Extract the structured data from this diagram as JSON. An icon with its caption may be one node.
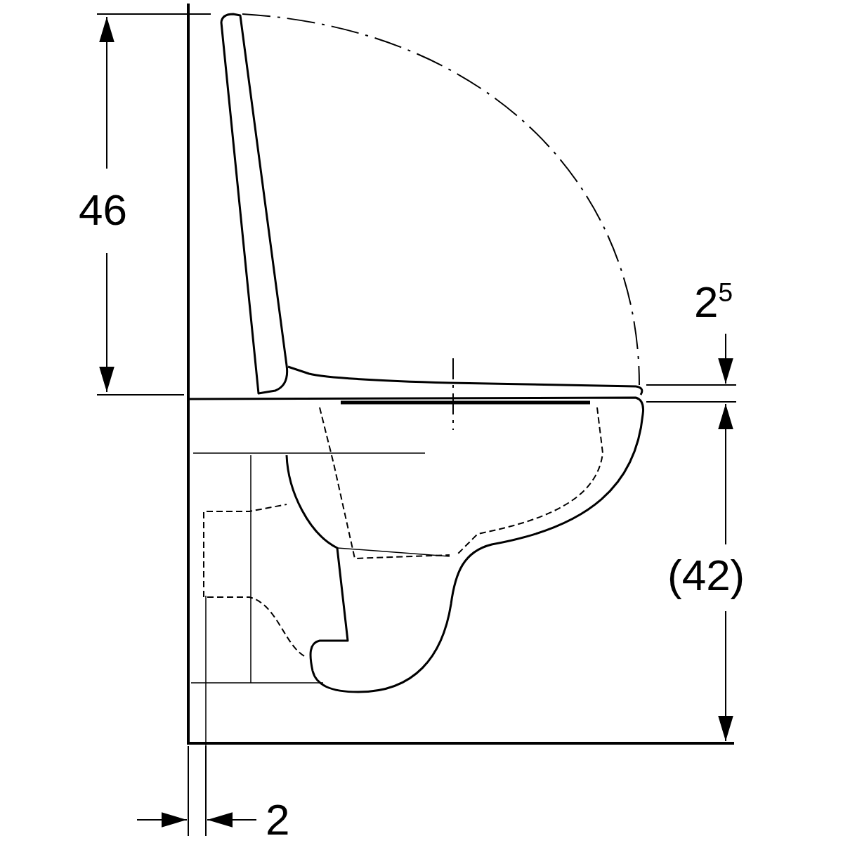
{
  "diagram": {
    "labels": [
      "46",
      "2$^{5}$",
      "(42)",
      "2"
    ]
  }
}
